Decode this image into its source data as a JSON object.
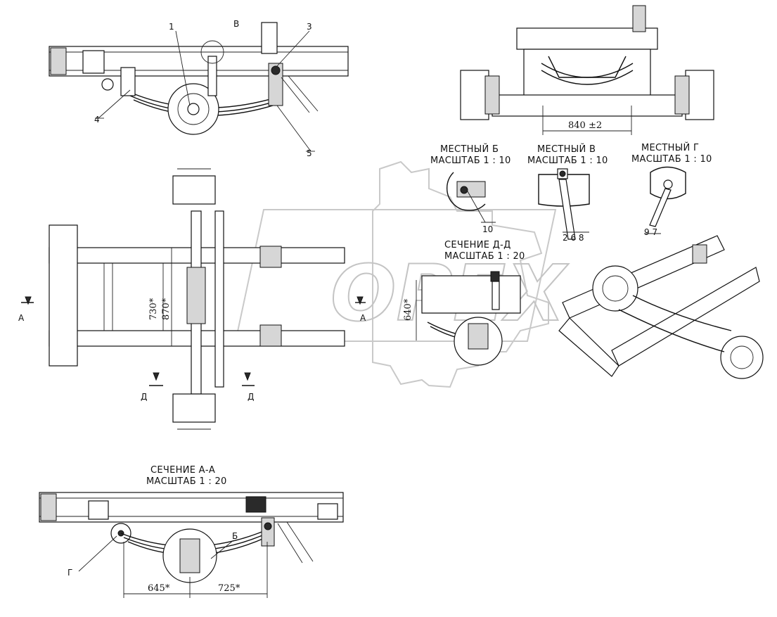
{
  "callouts": {
    "n1": "1",
    "n3": "3",
    "n4": "4",
    "n5": "5",
    "vB": "В",
    "n10": "10",
    "n268": "2 6 8",
    "n97": "9 7",
    "b": "Б",
    "g": "Г"
  },
  "dimensions": {
    "d840": "840 ±2",
    "d730": "730*",
    "d870": "870*",
    "d640": "640*",
    "d645": "645*",
    "d725": "725*"
  },
  "section_marks": {
    "a_left": "А",
    "a_right": "А",
    "d_left": "Д",
    "d_right": "Д"
  },
  "titles": {
    "local_b_1": "МЕСТНЫЙ Б",
    "local_b_2": "МАСШТАБ 1 : 10",
    "local_v_1": "МЕСТНЫЙ В",
    "local_v_2": "МАСШТАБ 1 : 10",
    "local_g_1": "МЕСТНЫЙ Г",
    "local_g_2": "МАСШТАБ 1 : 10",
    "section_dd_1": "СЕЧЕНИЕ Д-Д",
    "section_dd_2": "МАСШТАБ 1 : 20",
    "section_aa_1": "СЕЧЕНИЕ А-А",
    "section_aa_2": "МАСШТАБ 1 : 20"
  },
  "watermark": "OPEX"
}
